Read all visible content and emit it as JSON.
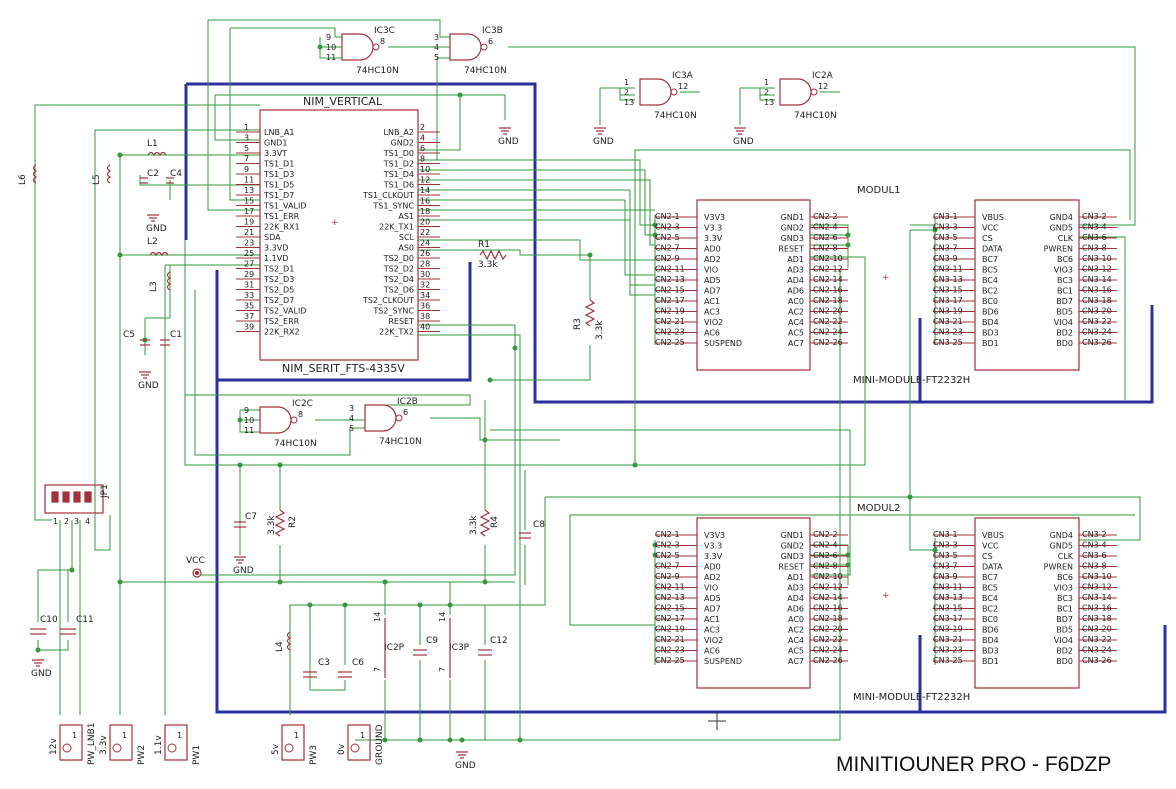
{
  "title": "MINITIOUNER PRO - F6DZP",
  "colors": {
    "wire": "#2f9a3a",
    "part": "#a6303a",
    "bus": "#2b2fa0",
    "text": "#222222"
  },
  "nim": {
    "top_label": "NIM_VERTICAL",
    "bottom_label": "NIM_SERIT_FTS-4335V",
    "left_pins": [
      {
        "num": "1",
        "name": "LNB_A1"
      },
      {
        "num": "3",
        "name": "GND1"
      },
      {
        "num": "5",
        "name": "3.3VT"
      },
      {
        "num": "7",
        "name": "TS1_D1"
      },
      {
        "num": "9",
        "name": "TS1_D3"
      },
      {
        "num": "11",
        "name": "TS1_D5"
      },
      {
        "num": "13",
        "name": "TS1_D7"
      },
      {
        "num": "15",
        "name": "TS1_VALID"
      },
      {
        "num": "17",
        "name": "TS1_ERR"
      },
      {
        "num": "19",
        "name": "22K_RX1"
      },
      {
        "num": "21",
        "name": "SDA"
      },
      {
        "num": "23",
        "name": "3.3VD"
      },
      {
        "num": "25",
        "name": "1.1VD"
      },
      {
        "num": "27",
        "name": "TS2_D1"
      },
      {
        "num": "29",
        "name": "TS2_D3"
      },
      {
        "num": "31",
        "name": "TS2_D5"
      },
      {
        "num": "33",
        "name": "TS2_D7"
      },
      {
        "num": "35",
        "name": "TS2_VALID"
      },
      {
        "num": "37",
        "name": "TS2_ERR"
      },
      {
        "num": "39",
        "name": "22K_RX2"
      }
    ],
    "right_pins": [
      {
        "num": "2",
        "name": "LNB_A2"
      },
      {
        "num": "4",
        "name": "GND2"
      },
      {
        "num": "6",
        "name": "TS1_D0"
      },
      {
        "num": "8",
        "name": "TS1_D2"
      },
      {
        "num": "10",
        "name": "TS1_D4"
      },
      {
        "num": "12",
        "name": "TS1_D6"
      },
      {
        "num": "14",
        "name": "TS1_CLKOUT"
      },
      {
        "num": "16",
        "name": "TS1_SYNC"
      },
      {
        "num": "18",
        "name": "AS1"
      },
      {
        "num": "20",
        "name": "22K_TX1"
      },
      {
        "num": "22",
        "name": "SCL"
      },
      {
        "num": "24",
        "name": "AS0"
      },
      {
        "num": "26",
        "name": "TS2_D0"
      },
      {
        "num": "28",
        "name": "TS2_D2"
      },
      {
        "num": "30",
        "name": "TS2_D4"
      },
      {
        "num": "32",
        "name": "TS2_D6"
      },
      {
        "num": "34",
        "name": "TS2_CLKOUT"
      },
      {
        "num": "36",
        "name": "TS2_SYNC"
      },
      {
        "num": "38",
        "name": "RESET"
      },
      {
        "num": "40",
        "name": "22K_TX2"
      }
    ]
  },
  "modules": [
    {
      "label": "MODUL1",
      "part": "MINI-MODULE-FT2232H"
    },
    {
      "label": "MODUL2",
      "part": "MINI-MODULE-FT2232H"
    }
  ],
  "cn2": {
    "left_pins": [
      {
        "num": "CN2-1",
        "name": "V3V3"
      },
      {
        "num": "CN2-3",
        "name": "V3.3"
      },
      {
        "num": "CN2-5",
        "name": "3.3V"
      },
      {
        "num": "CN2-7",
        "name": "AD0"
      },
      {
        "num": "CN2-9",
        "name": "AD2"
      },
      {
        "num": "CN2-11",
        "name": "VIO"
      },
      {
        "num": "CN2-13",
        "name": "AD5"
      },
      {
        "num": "CN2-15",
        "name": "AD7"
      },
      {
        "num": "CN2-17",
        "name": "AC1"
      },
      {
        "num": "CN2-19",
        "name": "AC3"
      },
      {
        "num": "CN2-21",
        "name": "VIO2"
      },
      {
        "num": "CN2-23",
        "name": "AC6"
      },
      {
        "num": "CN2-25",
        "name": "SUSPEND"
      }
    ],
    "right_pins": [
      {
        "num": "CN2-2",
        "name": "GND1"
      },
      {
        "num": "CN2-4",
        "name": "GND2"
      },
      {
        "num": "CN2-6",
        "name": "GND3"
      },
      {
        "num": "CN2-8",
        "name": "RESET"
      },
      {
        "num": "CN2-10",
        "name": "AD1"
      },
      {
        "num": "CN2-12",
        "name": "AD3"
      },
      {
        "num": "CN2-14",
        "name": "AD4"
      },
      {
        "num": "CN2-16",
        "name": "AD6"
      },
      {
        "num": "CN2-18",
        "name": "AC0"
      },
      {
        "num": "CN2-20",
        "name": "AC2"
      },
      {
        "num": "CN2-22",
        "name": "AC4"
      },
      {
        "num": "CN2-24",
        "name": "AC5"
      },
      {
        "num": "CN2-26",
        "name": "AC7"
      }
    ]
  },
  "cn3": {
    "left_pins": [
      {
        "num": "CN3-1",
        "name": "VBUS"
      },
      {
        "num": "CN3-3",
        "name": "VCC"
      },
      {
        "num": "CN3-5",
        "name": "CS"
      },
      {
        "num": "CN3-7",
        "name": "DATA"
      },
      {
        "num": "CN3-9",
        "name": "BC7"
      },
      {
        "num": "CN3-11",
        "name": "BC5"
      },
      {
        "num": "CN3-13",
        "name": "BC4"
      },
      {
        "num": "CN3-15",
        "name": "BC2"
      },
      {
        "num": "CN3-17",
        "name": "BC0"
      },
      {
        "num": "CN3-19",
        "name": "BD6"
      },
      {
        "num": "CN3-21",
        "name": "BD4"
      },
      {
        "num": "CN3-23",
        "name": "BD3"
      },
      {
        "num": "CN3-25",
        "name": "BD1"
      }
    ],
    "right_pins": [
      {
        "num": "CN3-2",
        "name": "GND4"
      },
      {
        "num": "CN3-4",
        "name": "GND5"
      },
      {
        "num": "CN3-6",
        "name": "CLK"
      },
      {
        "num": "CN3-8",
        "name": "PWREN"
      },
      {
        "num": "CN3-10",
        "name": "BC6"
      },
      {
        "num": "CN3-12",
        "name": "VIO3"
      },
      {
        "num": "CN3-14",
        "name": "BC3"
      },
      {
        "num": "CN3-16",
        "name": "BC1"
      },
      {
        "num": "CN3-18",
        "name": "BD7"
      },
      {
        "num": "CN3-20",
        "name": "BD5"
      },
      {
        "num": "CN3-22",
        "name": "VIO4"
      },
      {
        "num": "CN3-24",
        "name": "BD2"
      },
      {
        "num": "CN3-26",
        "name": "BD0"
      }
    ]
  },
  "gates": [
    {
      "name": "IC3C",
      "part": "74HC10N",
      "in": [
        "9",
        "10",
        "11"
      ],
      "out": "8"
    },
    {
      "name": "IC3B",
      "part": "74HC10N",
      "in": [
        "3",
        "4",
        "5"
      ],
      "out": "6"
    },
    {
      "name": "IC3A",
      "part": "74HC10N",
      "in": [
        "1",
        "2",
        "13"
      ],
      "out": "12"
    },
    {
      "name": "IC2A",
      "part": "74HC10N",
      "in": [
        "1",
        "2",
        "13"
      ],
      "out": "12"
    },
    {
      "name": "IC2C",
      "part": "74HC10N",
      "in": [
        "9",
        "10",
        "11"
      ],
      "out": "8"
    },
    {
      "name": "IC2B",
      "part": "74HC10N",
      "in": [
        "3",
        "4",
        "5"
      ],
      "out": "6"
    }
  ],
  "parts": {
    "l1": "L1",
    "l2": "L2",
    "l3": "L3",
    "l4": "L4",
    "l5": "L5",
    "l6": "L6",
    "c1": "C1",
    "c2": "C2",
    "c3": "C3",
    "c4": "C4",
    "c5": "C5",
    "c6": "C6",
    "c7": "C7",
    "c8": "C8",
    "c9": "C9",
    "c10": "C10",
    "c11": "C11",
    "c12": "C12",
    "r1": "R1",
    "r1v": "3.3k",
    "r2": "R2",
    "r2v": "3.3k",
    "r3": "R3",
    "r3v": "3.3k",
    "r4": "R4",
    "r4v": "3.3k",
    "jp1": "JP1",
    "jp_pins": [
      "1",
      "2",
      "3",
      "4"
    ],
    "ic2p": "IC2P",
    "ic3p": "IC3P",
    "vcc": "VCC",
    "gnd": "GND",
    "pin14": "14",
    "pin7": "7"
  },
  "power": [
    {
      "volt": "12v",
      "name": "PW_LNB1"
    },
    {
      "volt": "3.3v",
      "name": "PW2"
    },
    {
      "volt": "1.1v",
      "name": "PW1"
    },
    {
      "volt": "5v",
      "name": "PW3"
    },
    {
      "volt": "0v",
      "name": "GROUND"
    }
  ]
}
